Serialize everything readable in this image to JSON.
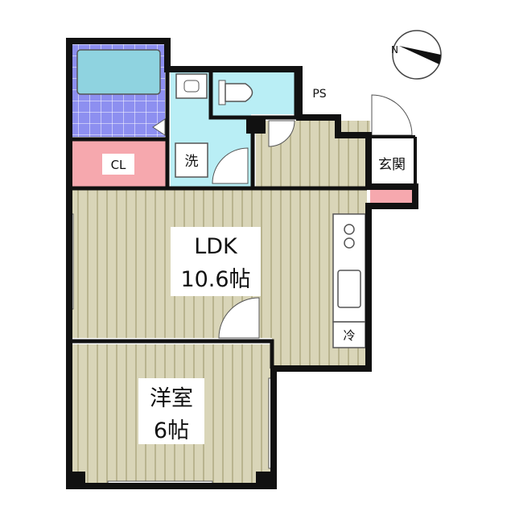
{
  "floor_plan": {
    "compass": {
      "north_label": "N"
    },
    "rooms": {
      "ldk": {
        "name": "LDK",
        "size": "10.6帖"
      },
      "western_room": {
        "name": "洋室",
        "size": "6帖"
      },
      "closet": {
        "label": "CL"
      },
      "washroom": {
        "label": "洗"
      },
      "pipe_space": {
        "label": "PS"
      },
      "entrance": {
        "label": "玄関"
      },
      "refrigerator": {
        "label": "冷"
      }
    },
    "colors": {
      "floor_stripe_light": "#d9d5b8",
      "floor_stripe_dark": "#b9b48f",
      "wall": "#111111",
      "bath_tub": "#8fd3e0",
      "bath_floor": "#8d8ff0",
      "wet_area": "#b9eef5",
      "closet": "#f6a8ae",
      "entrance_floor": "#f6a8ae"
    }
  }
}
